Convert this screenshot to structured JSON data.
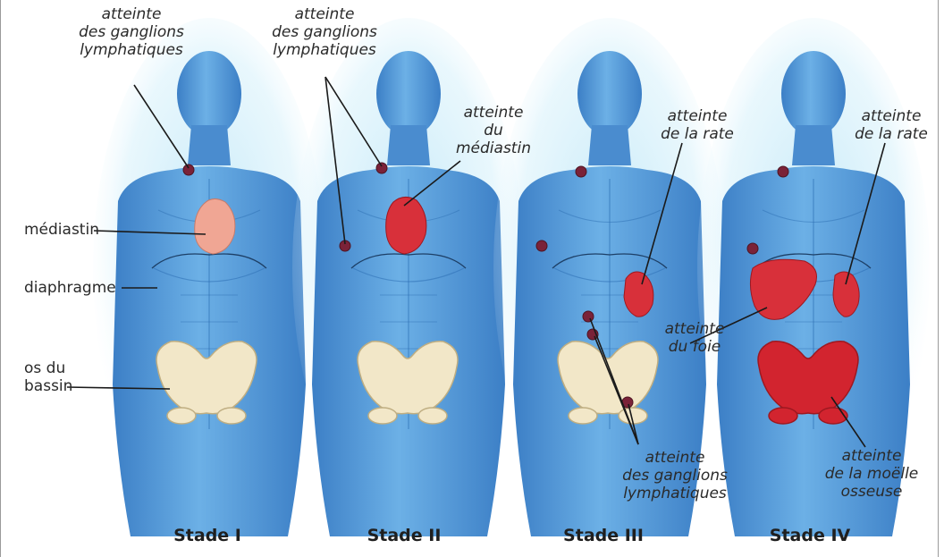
{
  "labels": {
    "s1_lymph": "atteinte\ndes ganglions\nlymphatiques",
    "s2_lymph": "atteinte\ndes ganglions\nlymphatiques",
    "s2_mediastin": "atteinte\ndu\nmédiastin",
    "s3_rate": "atteinte\nde la rate",
    "s4_rate": "atteinte\nde la rate",
    "s4_foie": "atteinte\ndu foie",
    "s3_lymph": "atteinte\ndes ganglions\nlymphatiques",
    "s4_moelle": "atteinte\nde la moëlle\nosseuse",
    "mediastin": "médiastin",
    "diaphragme": "diaphragme",
    "os_bassin": "os du\nbassin"
  },
  "stages": [
    "Stade I",
    "Stade II",
    "Stade III",
    "Stade IV"
  ],
  "colors": {
    "body_blue": "#4f93d6",
    "glow": "#a8dcf4",
    "organ_pale": "#f0a694",
    "organ_red": "#d8303a",
    "bone": "#f3ead0",
    "node": "#7a2238"
  }
}
